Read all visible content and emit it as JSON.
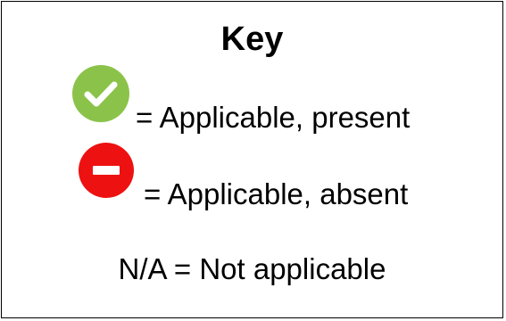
{
  "key": {
    "title": "Key",
    "items": [
      {
        "icon": "check-circle-icon",
        "color": "#8BC34A",
        "label": "= Applicable, present"
      },
      {
        "icon": "minus-circle-icon",
        "color": "#EE1111",
        "label": "= Applicable, absent"
      },
      {
        "label": "N/A = Not applicable"
      }
    ]
  }
}
